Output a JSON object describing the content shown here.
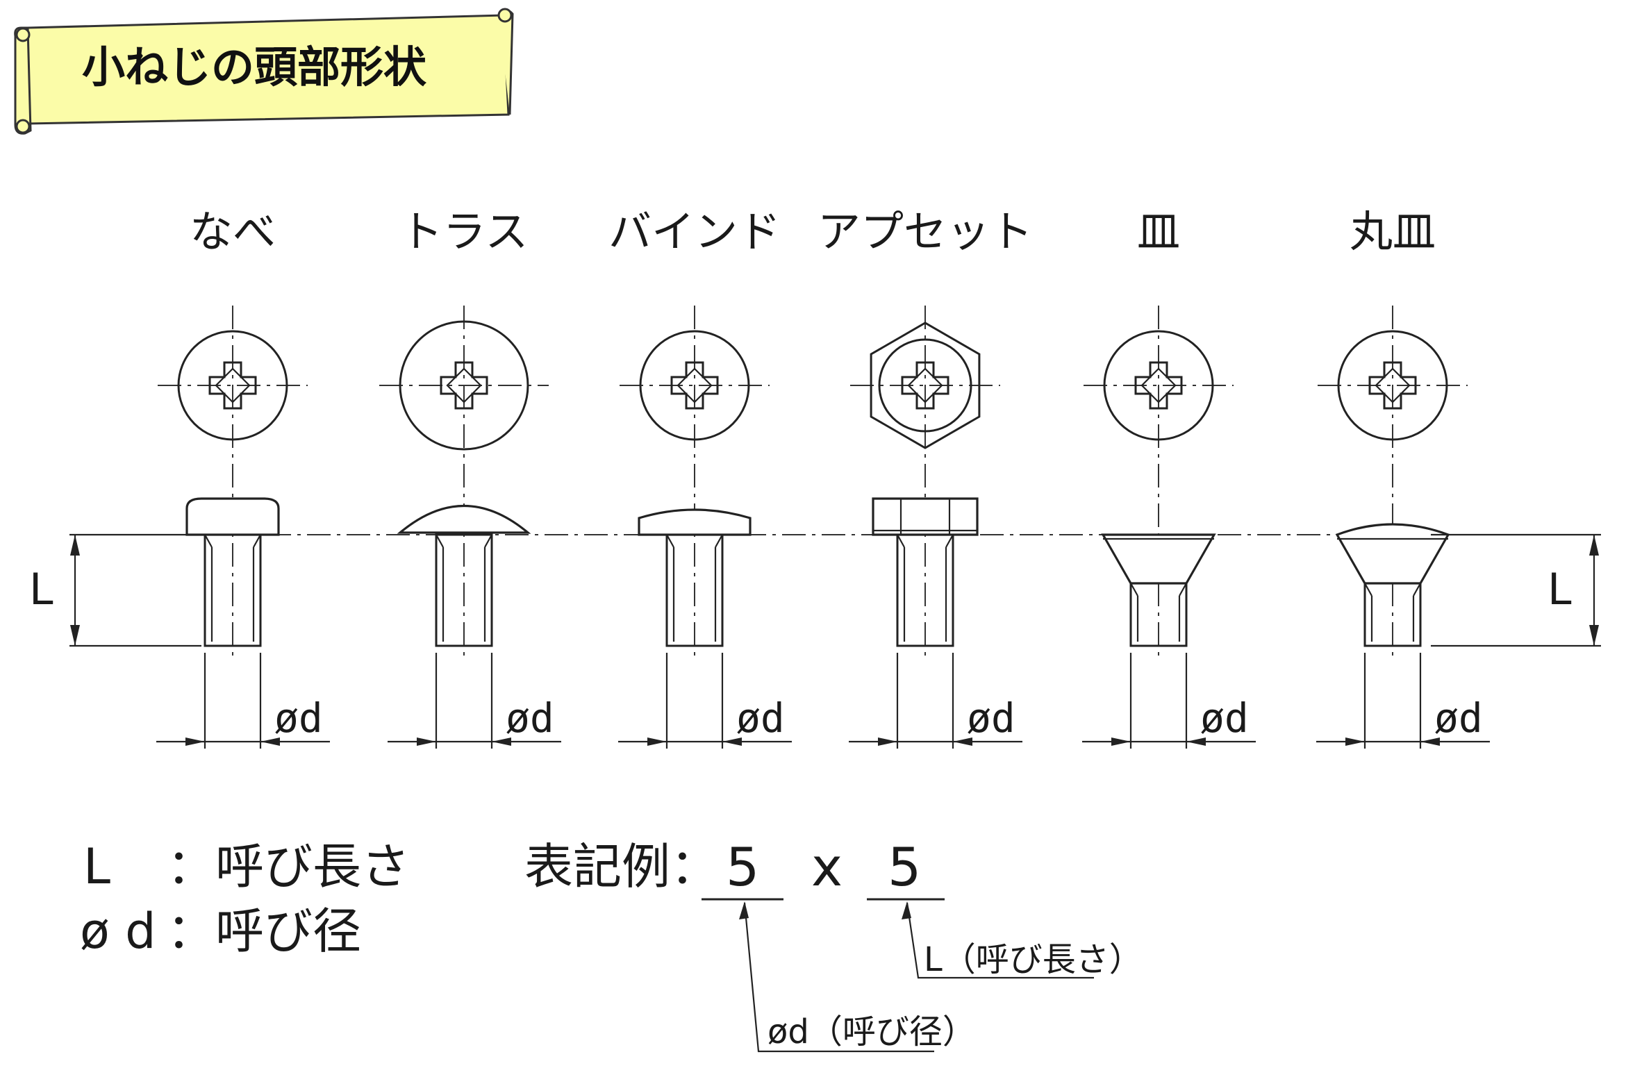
{
  "title": "小ねじの頭部形状",
  "screw_types": [
    {
      "name": "なべ",
      "head": "pan"
    },
    {
      "name": "トラス",
      "head": "truss"
    },
    {
      "name": "バインド",
      "head": "bind"
    },
    {
      "name": "アプセット",
      "head": "hex"
    },
    {
      "name": "皿",
      "head": "flat"
    },
    {
      "name": "丸皿",
      "head": "oval"
    }
  ],
  "dimension_labels": {
    "length": "L",
    "diameter": "ød"
  },
  "legend": [
    {
      "symbol": "L",
      "text": "：呼び長さ"
    },
    {
      "symbol": "ø d",
      "text": "：呼び径"
    }
  ],
  "example": {
    "label": "表記例：",
    "diameter_value": "5",
    "times": "x",
    "length_value": "5",
    "length_note": "L（呼び長さ）",
    "diameter_note": "ød（呼び径）"
  },
  "colors": {
    "banner_fill": "#fbfca8",
    "banner_stroke": "#333333",
    "line": "#222222"
  }
}
